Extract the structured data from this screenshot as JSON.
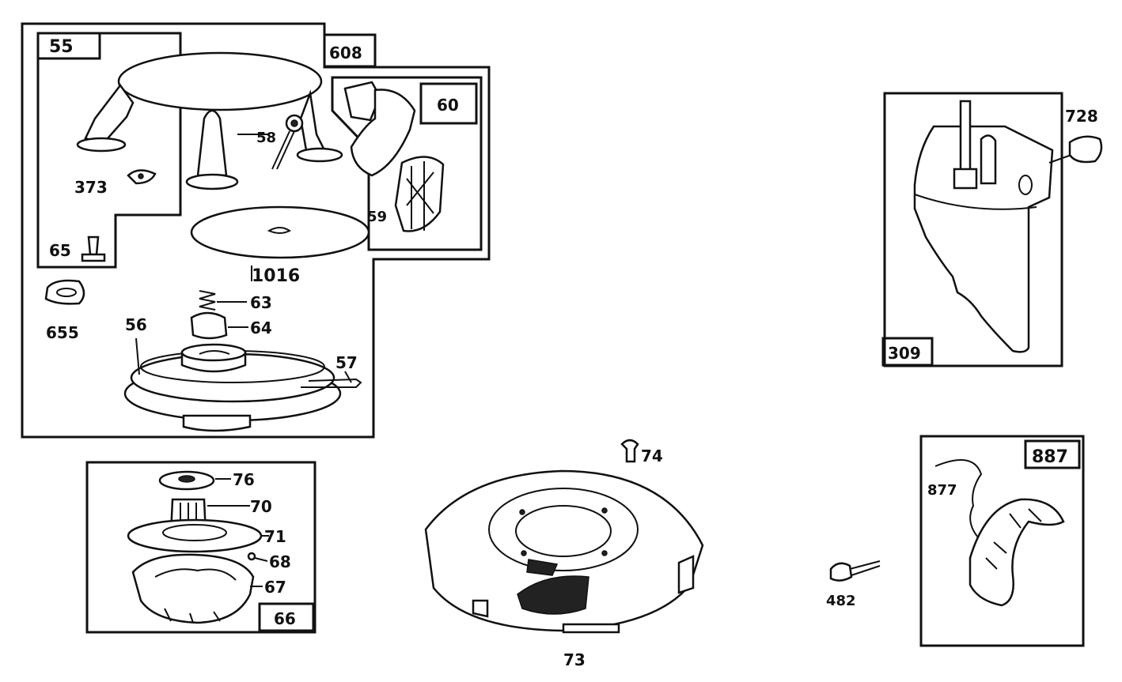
{
  "labels": {
    "p55": "55",
    "p608": "608",
    "p60": "60",
    "p58": "58",
    "p373": "373",
    "p59": "59",
    "p65": "65",
    "p1016": "1016",
    "p655": "655",
    "p63": "63",
    "p64": "64",
    "p56": "56",
    "p57": "57",
    "p76": "76",
    "p70": "70",
    "p71": "71",
    "p68": "68",
    "p67": "67",
    "p66": "66",
    "p74": "74",
    "p73": "73",
    "p728": "728",
    "p309": "309",
    "p887": "887",
    "p877": "877",
    "p482": "482"
  }
}
